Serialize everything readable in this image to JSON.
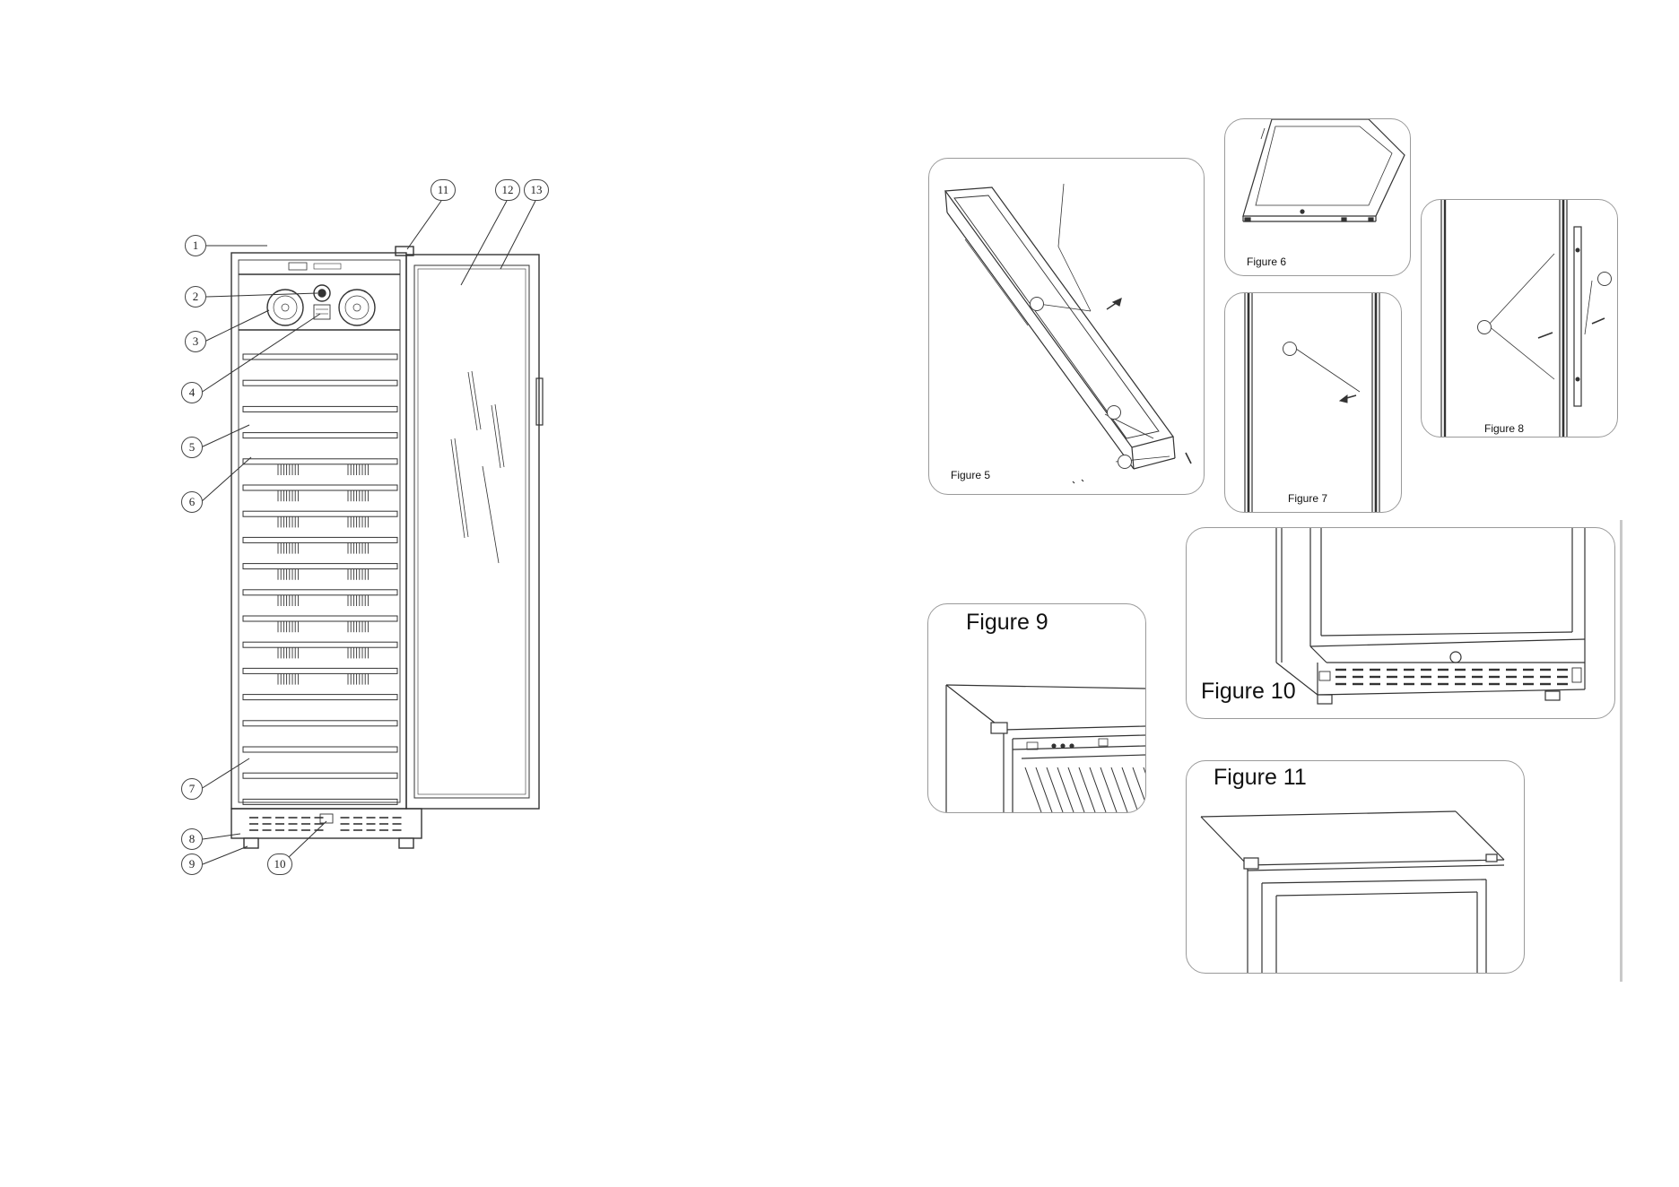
{
  "callouts": [
    "1",
    "2",
    "3",
    "4",
    "5",
    "6",
    "7",
    "8",
    "9",
    "10",
    "11",
    "12",
    "13"
  ],
  "figures": {
    "fig5": "Figure 5",
    "fig6": "Figure 6",
    "fig7": "Figure 7",
    "fig8": "Figure 8",
    "fig9": "Figure 9",
    "fig10": "Figure 10",
    "fig11": "Figure 11"
  },
  "inner_callouts": {
    "fig5": [
      "",
      "",
      ""
    ],
    "fig7": [
      ""
    ],
    "fig8": [
      "",
      ""
    ]
  },
  "colors": {
    "line": "#333333",
    "panel_border": "#9a9a9a"
  }
}
